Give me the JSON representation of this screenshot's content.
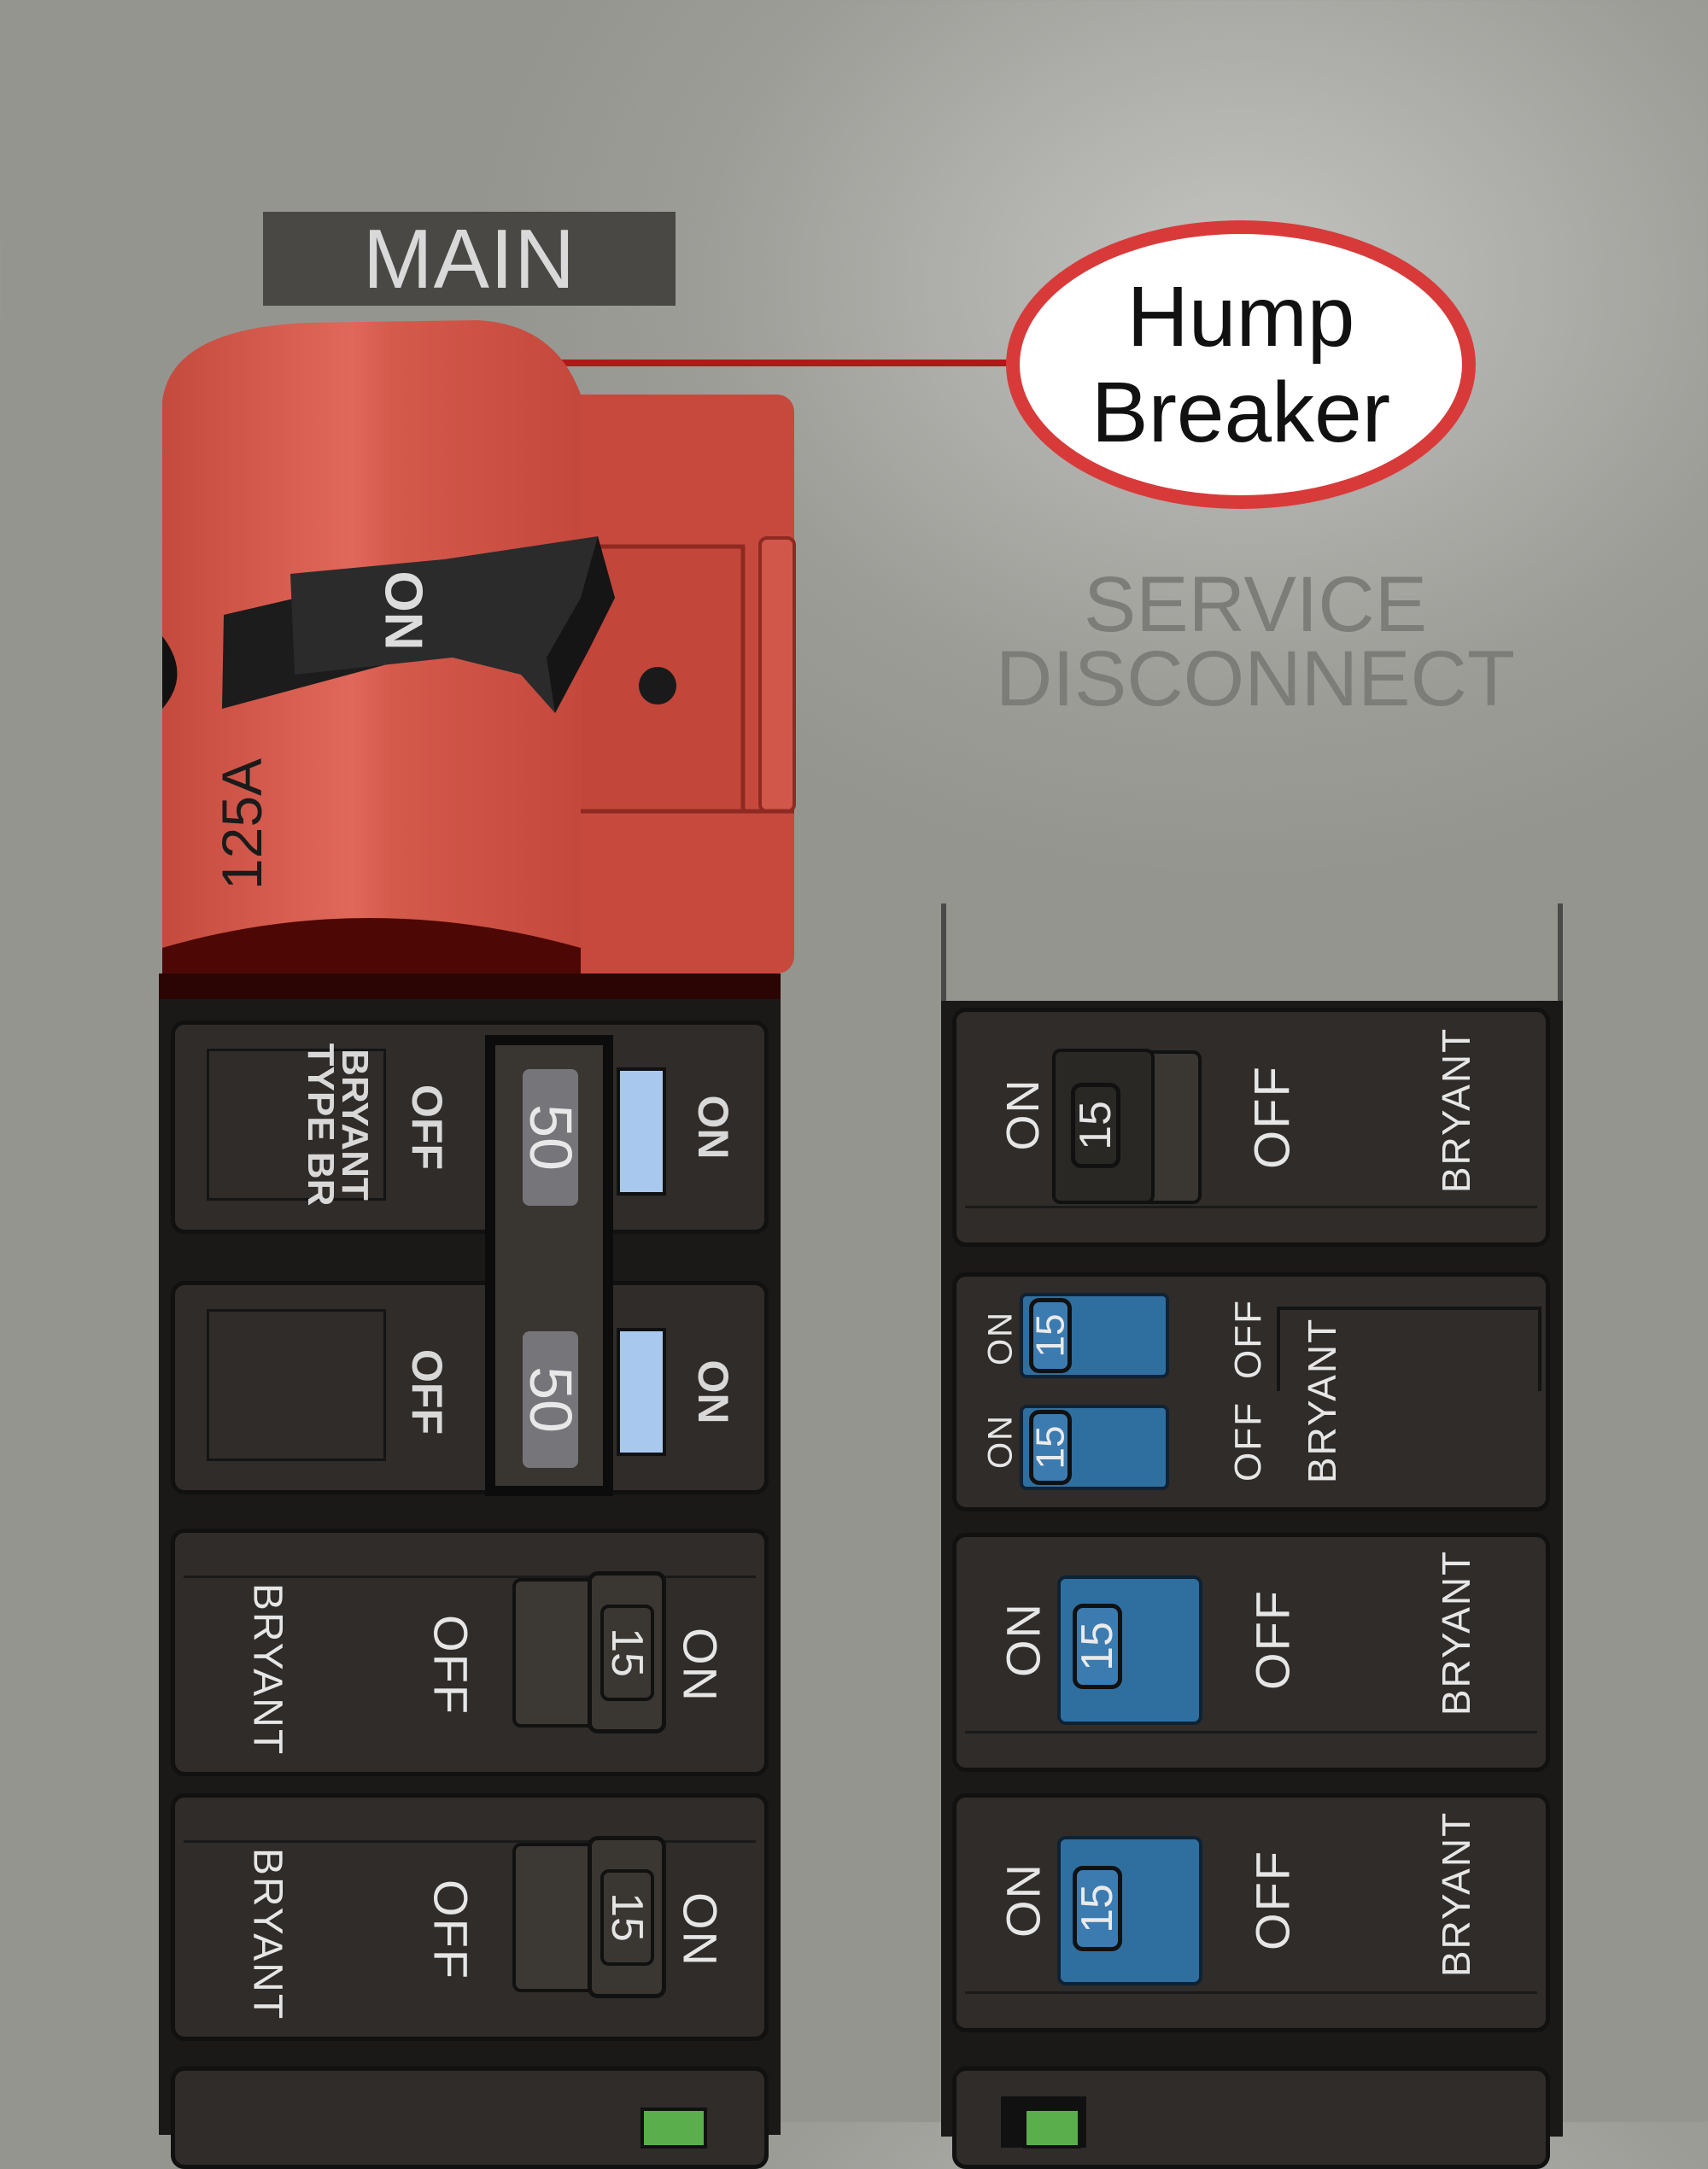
{
  "main_label": "MAIN",
  "callout": {
    "line1": "Hump",
    "line2": "Breaker"
  },
  "service": {
    "line1": "SERVICE",
    "line2": "DISCONNECT"
  },
  "main_breaker": {
    "handle_label": "ON",
    "rating": "125A"
  },
  "left_column": {
    "double_pole": {
      "brand_line1": "BRYANT",
      "brand_line2": "TYPE BR",
      "off": "OFF",
      "on": "ON",
      "rating": "50"
    },
    "singles": [
      {
        "brand": "BRYANT",
        "off": "OFF",
        "on": "ON",
        "rating": "15"
      },
      {
        "brand": "BRYANT",
        "off": "OFF",
        "on": "ON",
        "rating": "15"
      }
    ]
  },
  "right_column": {
    "top": {
      "on": "ON",
      "rating": "15",
      "off": "OFF",
      "brand": "BRYANT"
    },
    "tandem": {
      "on": "ON",
      "rating": "15",
      "off": "OFF",
      "brand": "BRYANT"
    },
    "blues": [
      {
        "on": "ON",
        "rating": "15",
        "off": "OFF",
        "brand": "BRYANT"
      },
      {
        "on": "ON",
        "rating": "15",
        "off": "OFF",
        "brand": "BRYANT"
      }
    ]
  },
  "colors": {
    "breaker_red": "#d45a4c",
    "breaker_blue": "#2f6fa0",
    "callout_ring": "#d83a3a",
    "panel_gray": "#a3a39e"
  }
}
